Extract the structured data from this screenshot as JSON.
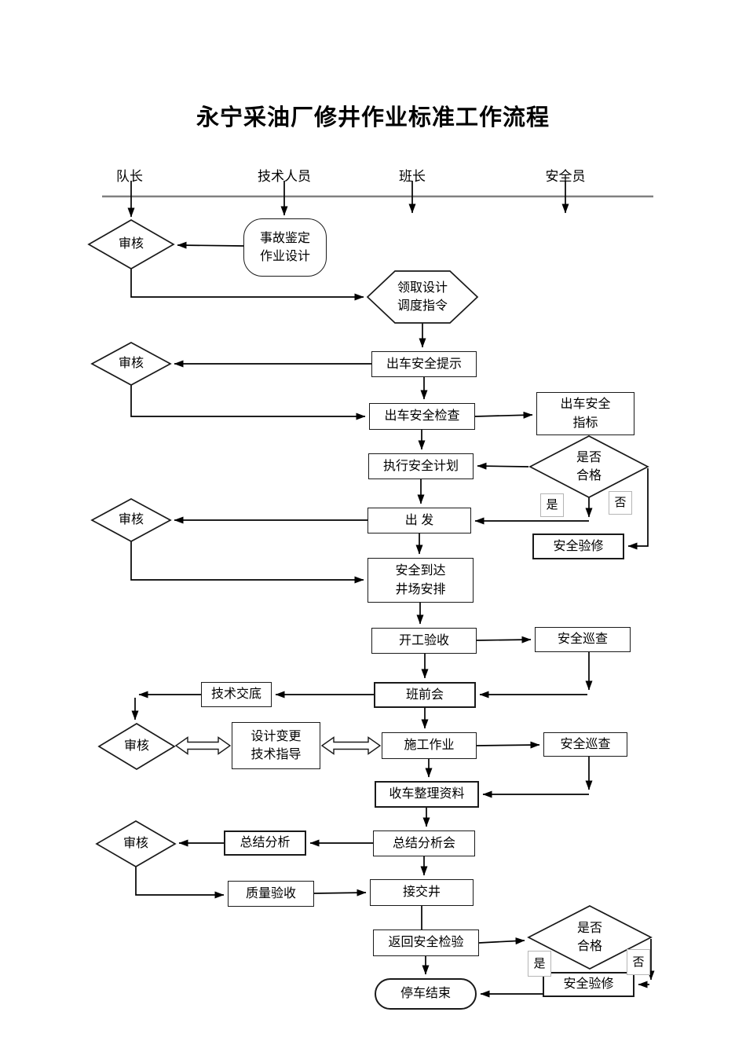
{
  "title": "永宁采油厂修井作业标准工作流程",
  "lanes": {
    "leader": "队长",
    "technician": "技术人员",
    "monitor": "班长",
    "safety_officer": "安全员"
  },
  "nodes": {
    "review1": "审核",
    "review2": "审核",
    "review3": "审核",
    "review4": "审核",
    "review5": "审核",
    "accident_design": "事故鉴定\n作业设计",
    "receive_order": "领取设计\n调度指令",
    "depart_tip": "出车安全提示",
    "depart_check": "出车安全检查",
    "depart_index": "出车安全\n指标",
    "exec_plan": "执行安全计划",
    "qualified1": "是否\n合格",
    "yes1": "是",
    "no1": "否",
    "depart": "出  发",
    "safety_repair1": "安全验修",
    "arrive_site": "安全到达\n井场安排",
    "start_acceptance": "开工验收",
    "patrol1": "安全巡查",
    "pre_shift_meeting": "班前会",
    "tech_briefing": "技术交底",
    "design_change": "设计变更\n技术指导",
    "construction": "施工作业",
    "patrol2": "安全巡查",
    "pack_up": "收车整理资料",
    "summary_meeting": "总结分析会",
    "summary_analysis": "总结分析",
    "quality_acceptance": "质量验收",
    "well_handover": "接交井",
    "return_check": "返回安全检验",
    "qualified2": "是否\n合格",
    "yes2": "是",
    "no2": "否",
    "safety_repair2": "安全验修",
    "stop_end": "停车结束"
  },
  "colors": {
    "connector": "#000000",
    "lane_line": "#808080",
    "light_box_border": "#b5b5b5"
  }
}
